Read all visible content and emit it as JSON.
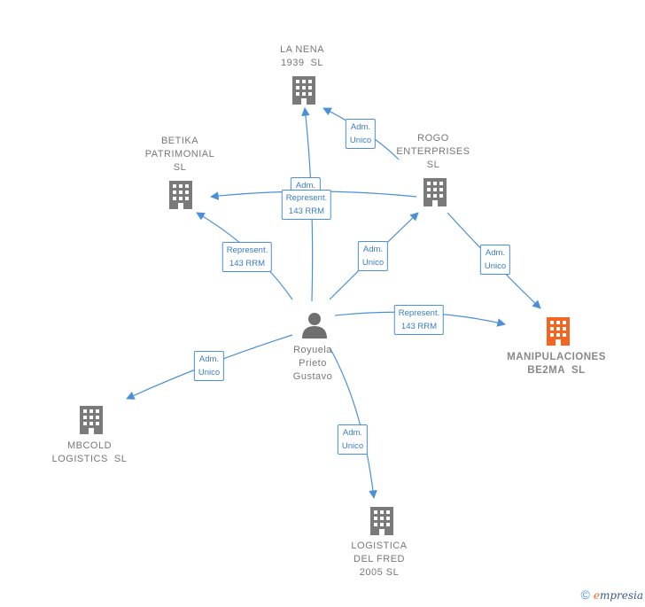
{
  "nodes": {
    "la_nena": {
      "label": "LA NENA\n1939  SL"
    },
    "betika": {
      "label": "BETIKA\nPATRIMONIAL\nSL"
    },
    "rogo": {
      "label": "ROGO\nENTERPRISES\nSL"
    },
    "manipulaciones": {
      "label": "MANIPULACIONES\nBE2MA  SL"
    },
    "person": {
      "label": "Royuela\nPrieto\nGustavo"
    },
    "mbcold": {
      "label": "MBCOLD\nLOGISTICS  SL"
    },
    "logistica": {
      "label": "LOGISTICA\nDEL FRED\n2005 SL"
    }
  },
  "edges": {
    "rogo_lanena": "Adm.\nUnico",
    "person_lanena": "Adm.\nUnico",
    "rogo_betika": "Represent.\n143 RRM",
    "person_betika": "Represent.\n143 RRM",
    "person_rogo": "Adm.\nUnico",
    "rogo_manip": "Adm.\nUnico",
    "person_manip": "Represent.\n143 RRM",
    "person_mbcold": "Adm.\nUnico",
    "person_logistica": "Adm.\nUnico"
  },
  "colors": {
    "edge": "#4a90d9",
    "building": "#7a7a7a",
    "focus": "#f26522"
  },
  "footer": {
    "copyright": "©",
    "brand_e": "e",
    "brand_rest": "mpresia"
  }
}
